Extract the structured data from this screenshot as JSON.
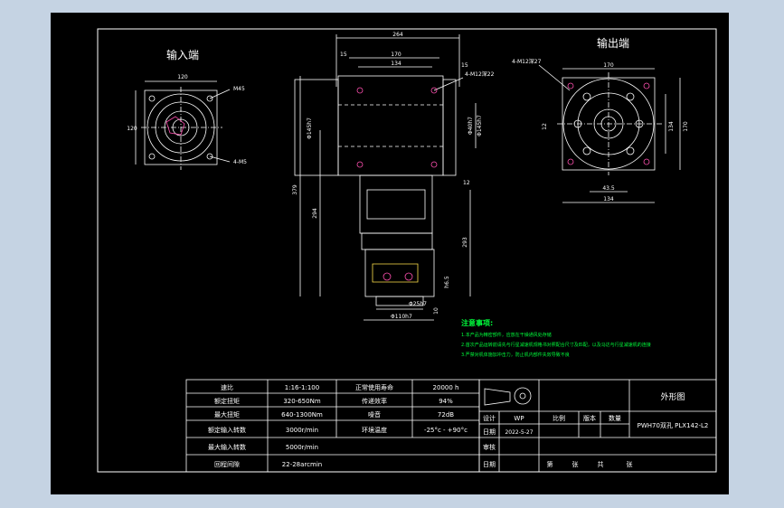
{
  "colors": {
    "background": "#c5d3e3",
    "sheet": "#000000",
    "line": "#ffffff",
    "accent_green": "#00ff3c",
    "magenta": "#ff4fb0",
    "yellow": "#ffe14a",
    "cyan": "#46e0ff"
  },
  "views": {
    "input_title": "输入端",
    "output_title": "输出端"
  },
  "dims": {
    "input_top": "120",
    "input_left": "120",
    "input_bolt": "M45",
    "input_holes": "4-M5",
    "main_top_total": "264",
    "main_top_170": "170",
    "main_top_134": "134",
    "main_15_left": "15",
    "main_15_right": "15",
    "main_holes": "4-M12深22",
    "main_dia_left": "Φ145h7",
    "main_dia_r1": "Φ40h7",
    "main_dia_r2": "Φ145h7",
    "main_12": "12",
    "main_379": "379",
    "main_294": "294",
    "main_293": "293",
    "main_h5": "h6.5",
    "main_10": "10",
    "main_shaft1": "Φ25h7",
    "main_shaft2": "Φ110h7",
    "out_holes": "4-M12深27",
    "out_top": "170",
    "out_134_right": "134",
    "out_170_right": "170",
    "out_12_left": "12",
    "out_43": "43.5",
    "out_134_bottom": "134"
  },
  "notes": {
    "title": "注意事项:",
    "items": [
      "1.本产品为精密部件，应放在干燥通风处存储",
      "2.首次产品运转前请先与行星减速机规格书对照配合尺寸及匹配，以及马达与行星减速机的连接",
      "3.严禁对机体施加冲击力，防止机内部件失效导致不良"
    ]
  },
  "spec_table": {
    "rows": [
      [
        "速比",
        "1:16-1:100",
        "正常使用寿命",
        "20000 h"
      ],
      [
        "额定扭矩",
        "320-650Nm",
        "传递效率",
        "94%"
      ],
      [
        "最大扭矩",
        "640-1300Nm",
        "噪音",
        "72dB"
      ],
      [
        "额定输入转数",
        "3000r/min",
        "环境温度",
        "-25°c - +90°c"
      ],
      [
        "最大输入转数",
        "5000r/min",
        "",
        ""
      ],
      [
        "回程间隙",
        "22-28arcmin",
        "",
        ""
      ]
    ]
  },
  "title_block": {
    "drawing_name": "外形图",
    "model": "PWH70双孔 PLX142-L2",
    "design_label": "设计",
    "designer": "WP",
    "date_label": "日期",
    "date": "2022-5-27",
    "scale_label": "比例",
    "version_label": "版本",
    "quantity_label": "数量",
    "review_label": "审核",
    "footer_date_label": "日期",
    "page_first": "第",
    "page_sheet": "张",
    "page_total": "共",
    "page_sheet2": "张"
  }
}
